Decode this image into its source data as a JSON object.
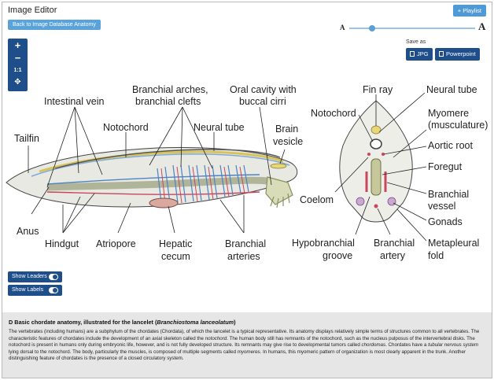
{
  "header": {
    "title": "Image Editor",
    "playlist_label": "Playlist",
    "back_label": "Back to Image Database Anatomy"
  },
  "text_size": {
    "small_glyph": "A",
    "large_glyph": "A",
    "value": 0.18
  },
  "save": {
    "label": "Save as",
    "jpg_label": "JPG",
    "ppt_label": "Powerpoint"
  },
  "zoom": {
    "plus": "+",
    "minus": "−",
    "reset": "1:1",
    "move": "✥"
  },
  "toggles": {
    "leaders_label": "Show Leaders",
    "labels_label": "Show Labels",
    "leaders_on": true,
    "labels_on": true
  },
  "figure": {
    "labels_left": {
      "tailfin": "Tailfin",
      "intestinal_vein": "Intestinal vein",
      "notochord": "Notochord",
      "branchial_arches": "Branchial arches,",
      "branchial_clefts": "branchial clefts",
      "oral_cavity": "Oral cavity with",
      "buccal_cirri": "buccal cirri",
      "neural_tube": "Neural tube",
      "brain": "Brain",
      "vesicle": "vesicle",
      "anus": "Anus",
      "hindgut": "Hindgut",
      "atriopore": "Atriopore",
      "hepatic": "Hepatic",
      "cecum": "cecum",
      "branchial": "Branchial",
      "arteries": "arteries"
    },
    "labels_right": {
      "fin_ray": "Fin ray",
      "neural_tube": "Neural tube",
      "notochord": "Notochord",
      "myomere": "Myomere",
      "musculature": "(musculature)",
      "aortic_root": "Aortic root",
      "foregut": "Foregut",
      "coelom": "Coelom",
      "branchial_vessel_1": "Branchial",
      "branchial_vessel_2": "vessel",
      "gonads": "Gonads",
      "hypobranchial_1": "Hypobranchial",
      "hypobranchial_2": "groove",
      "branchial_artery_1": "Branchial",
      "branchial_artery_2": "artery",
      "metapleural_1": "Metapleural",
      "metapleural_2": "fold"
    }
  },
  "caption": {
    "title_prefix": "D Basic chordate anatomy, illustrated for the lancelet (",
    "title_species": "Branchiostoma lanceolatum",
    "title_suffix": ")",
    "p1": "The vertebrates (including humans) are a subphylum of the chordates (Chordata), of which the lancelet is a typical representative. Its anatomy displays relatively simple terms of structures common to all vertebrates. The characteristic features of chordates include the development of an axial skeleton called the ",
    "p1_em": "notochord",
    "p2": ". The human body still has remnants of the notochord, such as the nucleus pulposus of the intervertebral disks. The notochord is present in humans only during embryonic life, however, and is not fully developed structure. Its remnants may give rise to developmental tumors called ",
    "p2_em": "chordomas",
    "p3": ". Chordates have a ",
    "p3_em": "tubular nervous system",
    "p4": " lying dorsal to the notochord. The body, particularly the muscles, is composed of multiple segments called ",
    "p4_em": "myomeres",
    "p5": ". In humans, this myomeric pattern of organization is most clearly apparent in the trunk. Another distinguishing feature of chordates is the presence of a closed circulatory system."
  }
}
